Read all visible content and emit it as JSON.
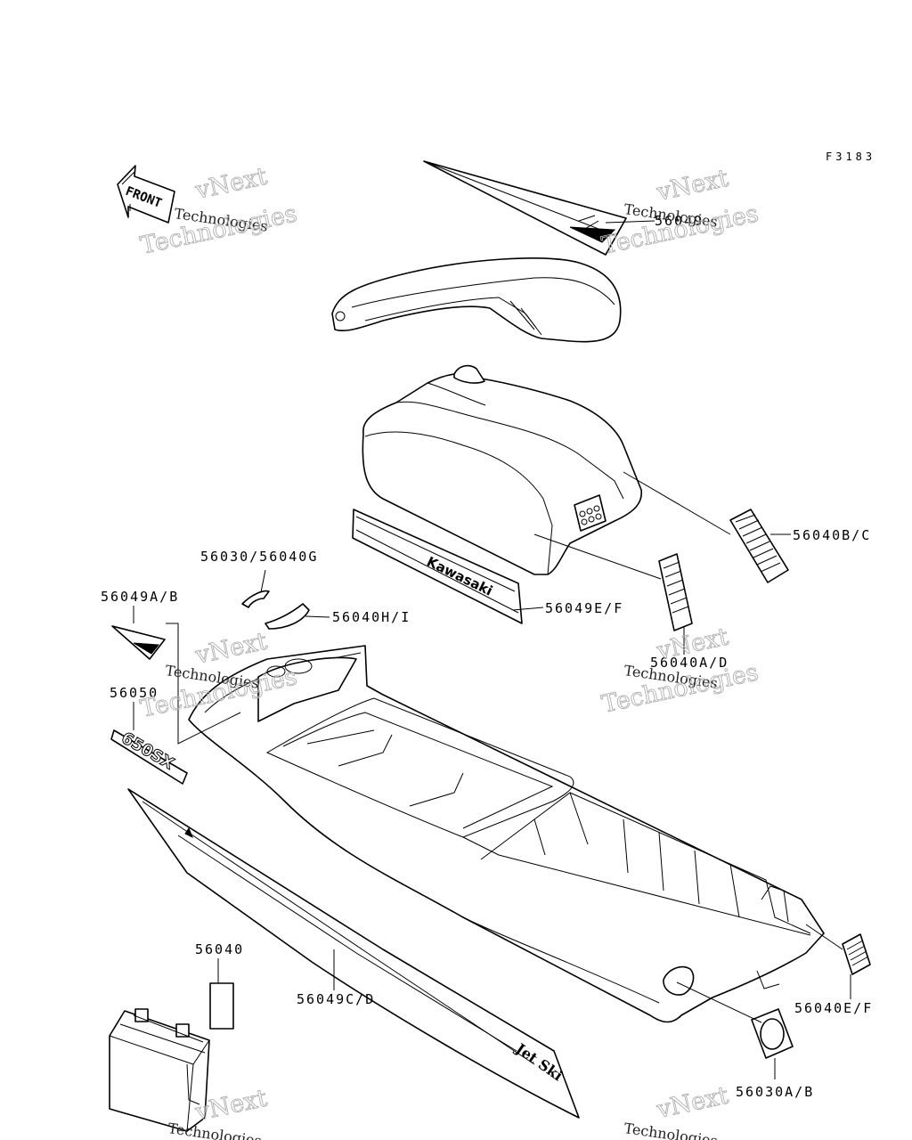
{
  "figure_code": "F3183",
  "front_marker": "FRONT",
  "decal_text": {
    "side_brand": "Kawasaki",
    "side_model": "650SX",
    "hull_graphic": "Jet Ski"
  },
  "watermark": {
    "line1": "vNext",
    "line2": "Technologies"
  },
  "labels": {
    "p56049": "56049",
    "p56040bc": "56040B/C",
    "p56030_56040g": "56030/56040G",
    "p56049ab": "56049A/B",
    "p56040hi": "56040H/I",
    "p56049ef": "56049E/F",
    "p56040ad": "56040A/D",
    "p56050": "56050",
    "p56040": "56040",
    "p56049cd": "56049C/D",
    "p56040ef": "56040E/F",
    "p56030ab": "56030A/B"
  }
}
